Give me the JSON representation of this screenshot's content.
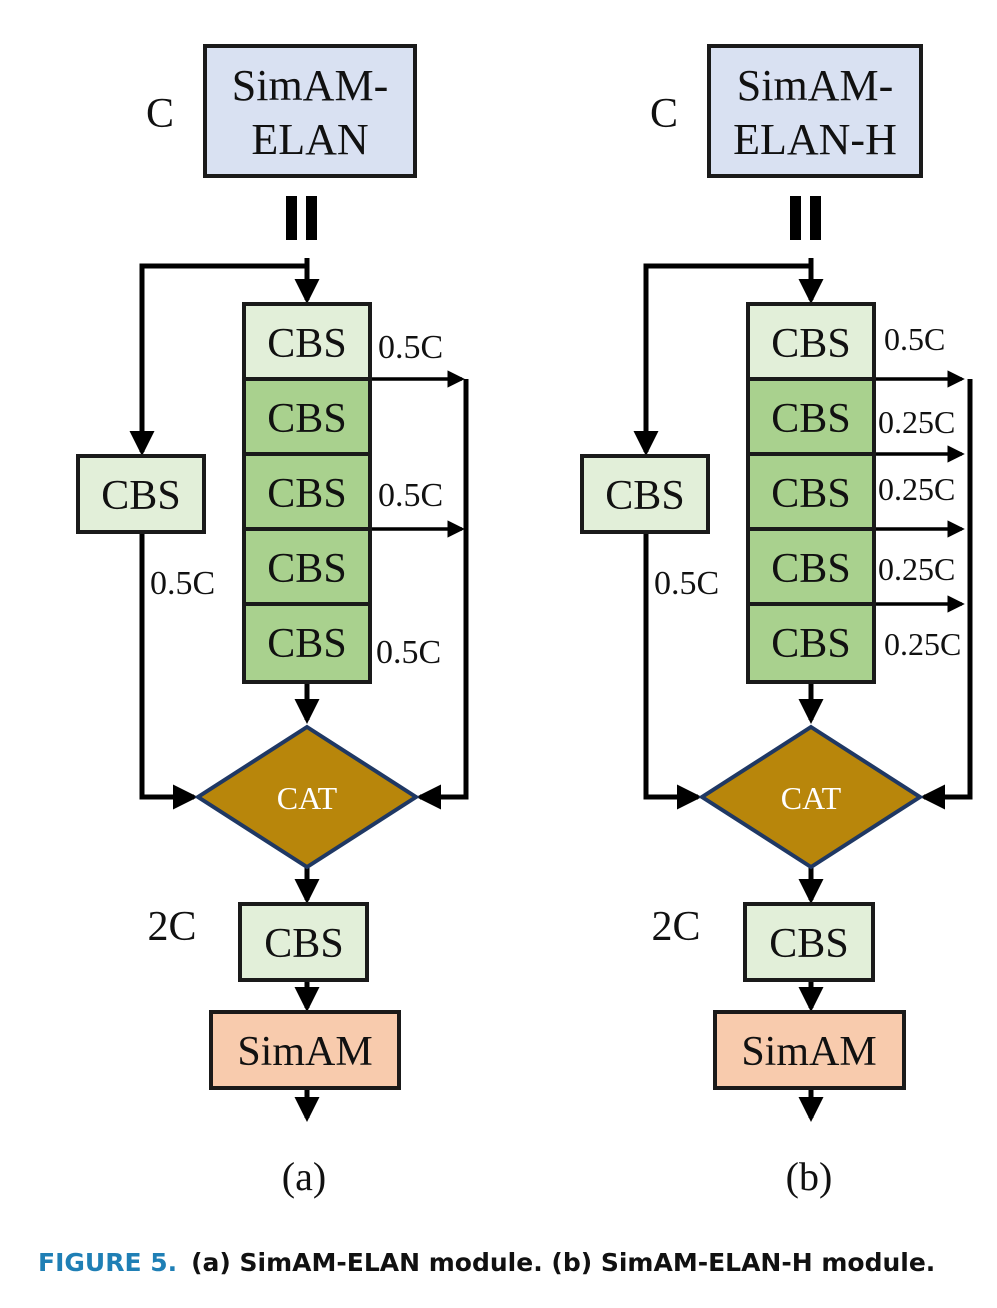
{
  "panels": [
    {
      "title": "SimAM-\nELAN",
      "title_lines": [
        "SimAM-",
        "ELAN"
      ],
      "input_label": "C",
      "block_label": "CBS",
      "side_block_label": "CBS",
      "side_channel": "0.5C",
      "branch_labels": [
        "0.5C",
        "0.5C",
        "0.5C"
      ],
      "concat_label": "CAT",
      "output_channel": "2C",
      "output_block_label": "CBS",
      "attention_label": "SimAM",
      "sub_label": "(a)"
    },
    {
      "title_lines": [
        "SimAM-",
        "ELAN-H"
      ],
      "input_label": "C",
      "block_label": "CBS",
      "side_block_label": "CBS",
      "side_channel": "0.5C",
      "branch_labels": [
        "0.5C",
        "0.25C",
        "0.25C",
        "0.25C",
        "0.25C"
      ],
      "concat_label": "CAT",
      "output_channel": "2C",
      "output_block_label": "CBS",
      "attention_label": "SimAM",
      "sub_label": "(b)"
    }
  ],
  "caption": {
    "figure_label": "FIGURE 5.",
    "text": "(a) SimAM-ELAN module. (b) SimAM-ELAN-H module."
  },
  "colors": {
    "title_box": "#d9e1f2",
    "cbs_light": "#e2efd9",
    "cbs_dark": "#a9d18e",
    "cat": "#b8860b",
    "simam": "#f8cbad",
    "figure_label": "#1f7fb5"
  }
}
